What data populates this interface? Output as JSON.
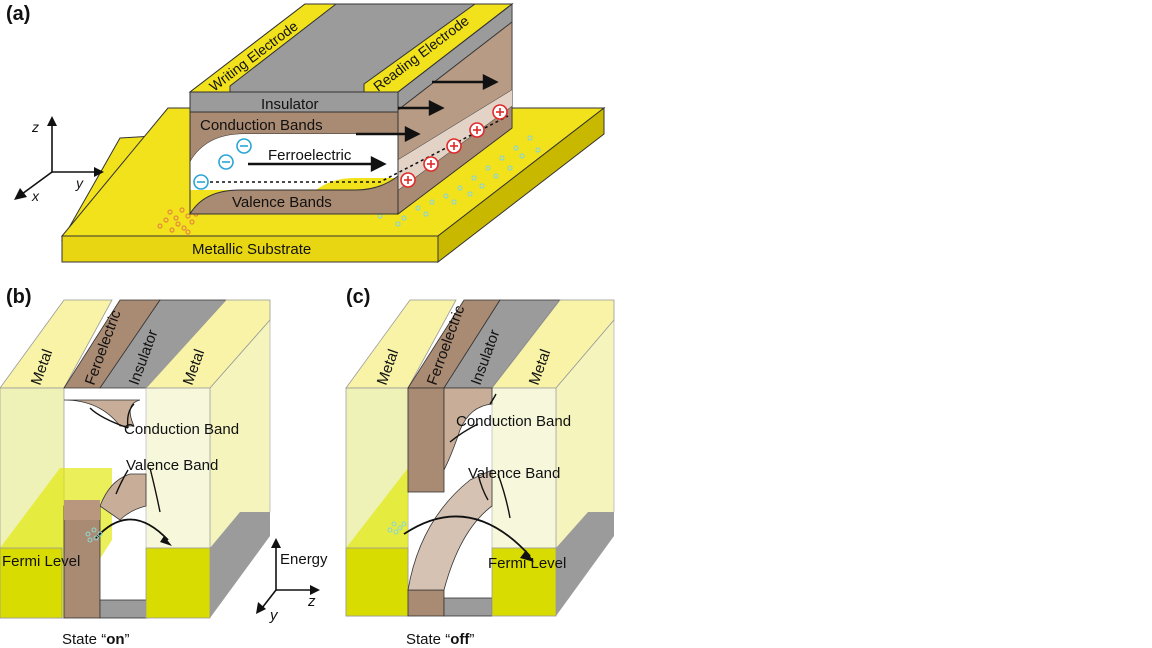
{
  "panels": {
    "a": {
      "label": "(a)",
      "writing_electrode": "Writing Electrode",
      "reading_electrode": "Reading Electrode",
      "insulator": "Insulator",
      "conduction_bands": "Conduction Bands",
      "ferroelectric": "Ferroelectric",
      "valence_bands": "Valence Bands",
      "metallic_substrate": "Metallic Substrate",
      "axes": {
        "z": "z",
        "y": "y",
        "x": "x"
      }
    },
    "b": {
      "label": "(b)",
      "metal_left": "Metal",
      "feroelectric": "Feroelectric",
      "insulator": "Insulator",
      "metal_right": "Metal",
      "conduction_band": "Conduction Band",
      "valence_band": "Valence Band",
      "fermi_level": "Fermi Level",
      "state_prefix": "State “",
      "state_word": "on",
      "state_suffix": "”",
      "axes": {
        "energy": "Energy",
        "z": "z",
        "y": "y"
      }
    },
    "c": {
      "label": "(c)",
      "metal_left": "Metal",
      "ferroelectric": "Ferroelectric",
      "insulator": "Insulator",
      "metal_right": "Metal",
      "conduction_band": "Conduction Band",
      "valence_band": "Valence Band",
      "fermi_level": "Fermi Level",
      "state_prefix": "State “",
      "state_word": "off",
      "state_suffix": "”"
    }
  },
  "colors": {
    "yellow": "#f2e21c",
    "yellow_dark": "#c9b800",
    "yellow_light": "#f8f3a6",
    "gray": "#9b9b9b",
    "gray_dark": "#6e6e6e",
    "brown": "#a98a72",
    "brown_dark": "#8a6b57",
    "band_fill": "#c8ae98",
    "negative_charge": "#2aa6d6",
    "positive_charge": "#e02a2a",
    "dots_orange": "#e58a3c",
    "dots_cyan": "#8fd6cf"
  }
}
